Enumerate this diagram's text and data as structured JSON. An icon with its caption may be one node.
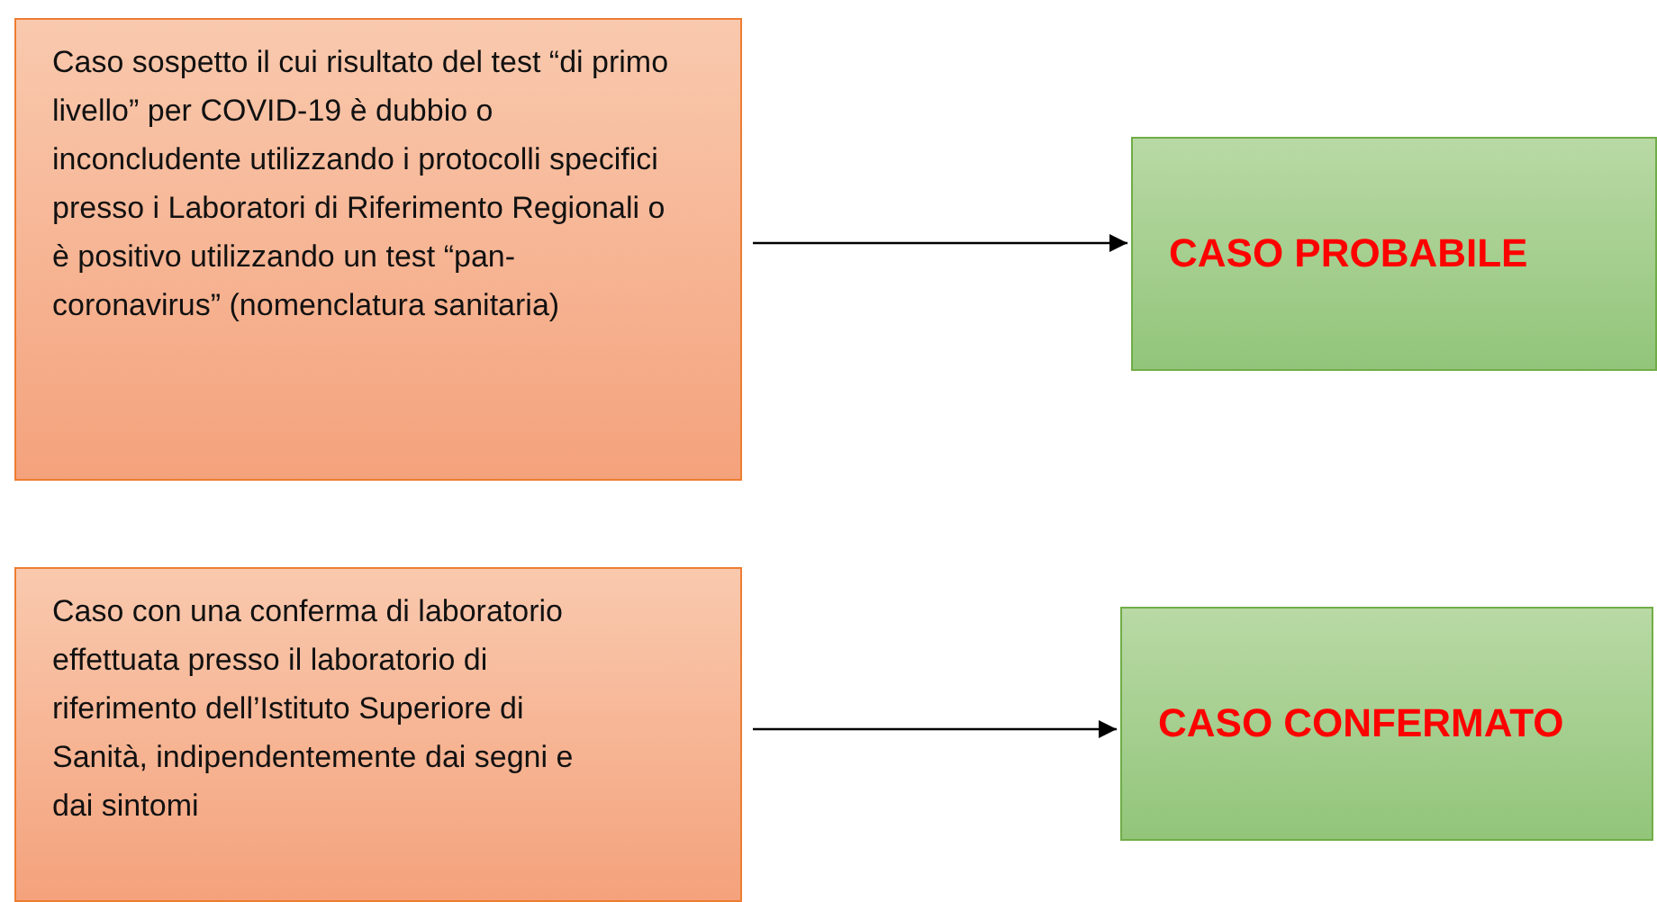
{
  "diagram": {
    "nodes": [
      {
        "text": [
          "Caso sospetto il cui risultato del test “di primo livello” per COVID-19 è dubbio o inconcludente utilizzando i protocolli specifici presso i Laboratori di Riferimento Regionali o è positivo utilizzando un test “pan-coronavirus” (nomenclatura sanitaria)"
        ]
      },
      {
        "text": [
          "CASO PROBABILE"
        ]
      },
      {
        "text": [
          "Caso con una conferma di laboratorio effettuata presso il laboratorio di riferimento dell’Istituto Superiore di Sanità, indipendentemente dai segni e dai sintomi"
        ]
      },
      {
        "text": [
          "CASO CONFERMATO"
        ]
      }
    ],
    "edges": [
      {
        "from": 0,
        "to": 1,
        "arrow": "to"
      },
      {
        "from": 2,
        "to": 3,
        "arrow": "to"
      }
    ]
  }
}
